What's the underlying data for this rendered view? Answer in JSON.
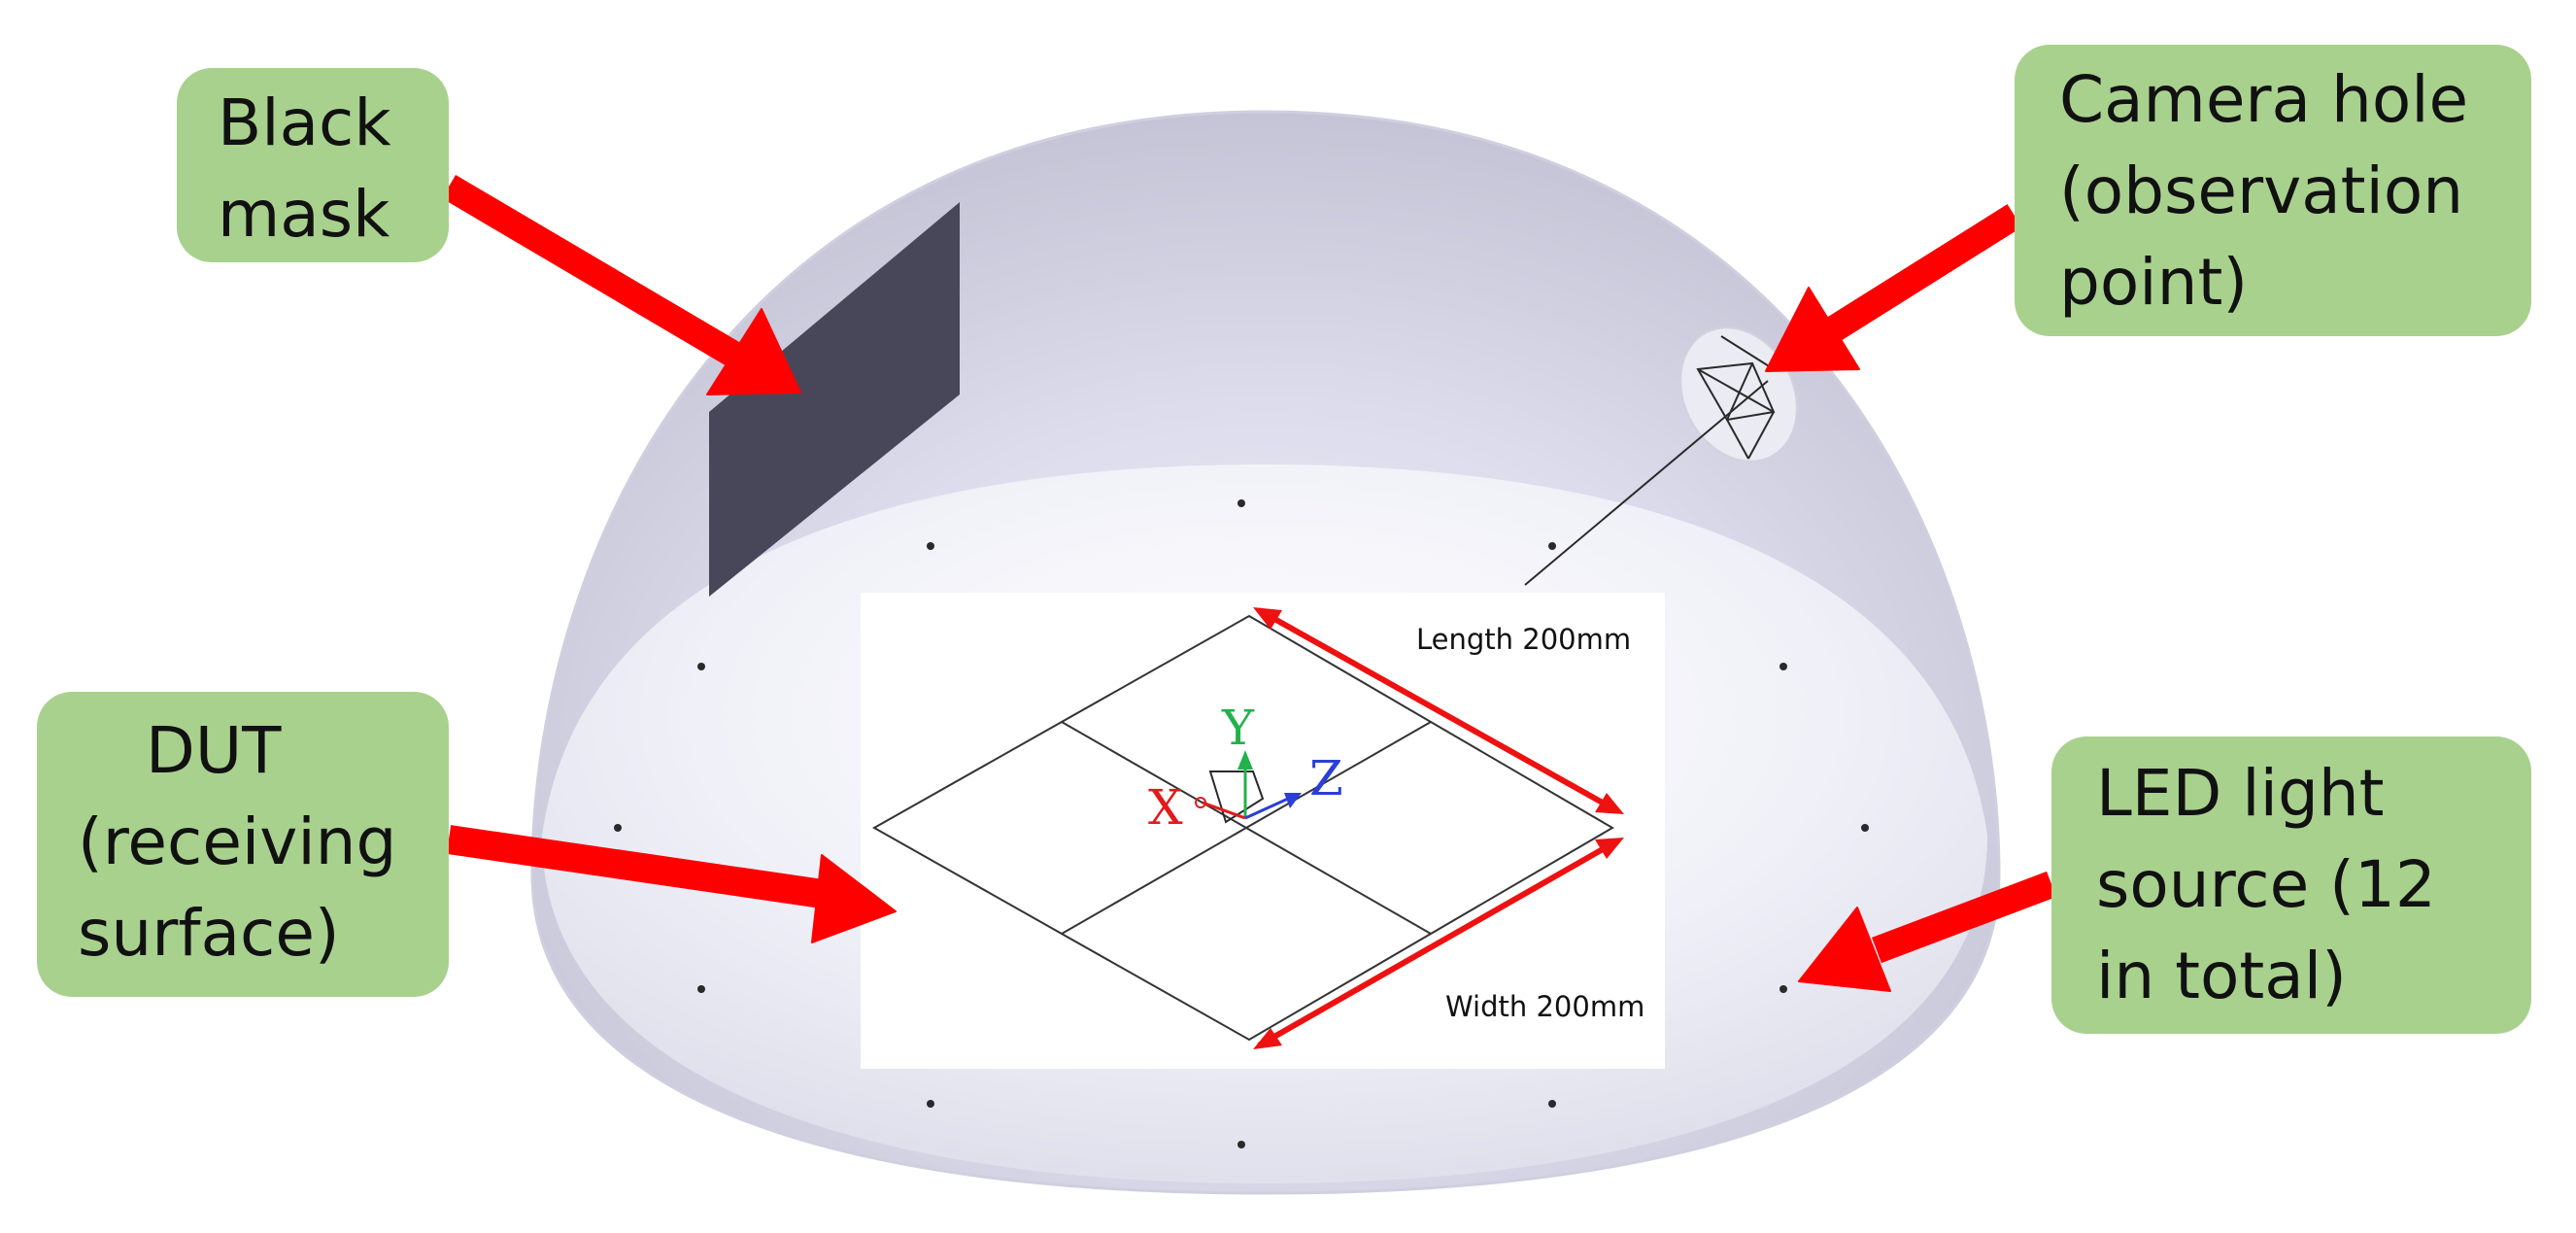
{
  "callouts": {
    "black_mask": [
      "Black",
      "mask"
    ],
    "camera_hole": [
      "Camera hole",
      "(observation",
      "point)"
    ],
    "dut": [
      "DUT",
      "(receiving",
      "surface)"
    ],
    "led": [
      "LED light",
      "source (12",
      "in total)"
    ]
  },
  "dut_panel": {
    "length_label": "Length 200mm",
    "width_label": "Width 200mm",
    "axes": {
      "x": "X",
      "y": "Y",
      "z": "Z"
    }
  },
  "colors": {
    "callout_fill": "#a9d18e",
    "arrow": "#ff0000",
    "axis_x": "#e31a1c",
    "axis_y": "#22b24c",
    "axis_z": "#2a3fd6",
    "mask": "#474759",
    "dome": "#dcdcec"
  },
  "led_count": 12
}
